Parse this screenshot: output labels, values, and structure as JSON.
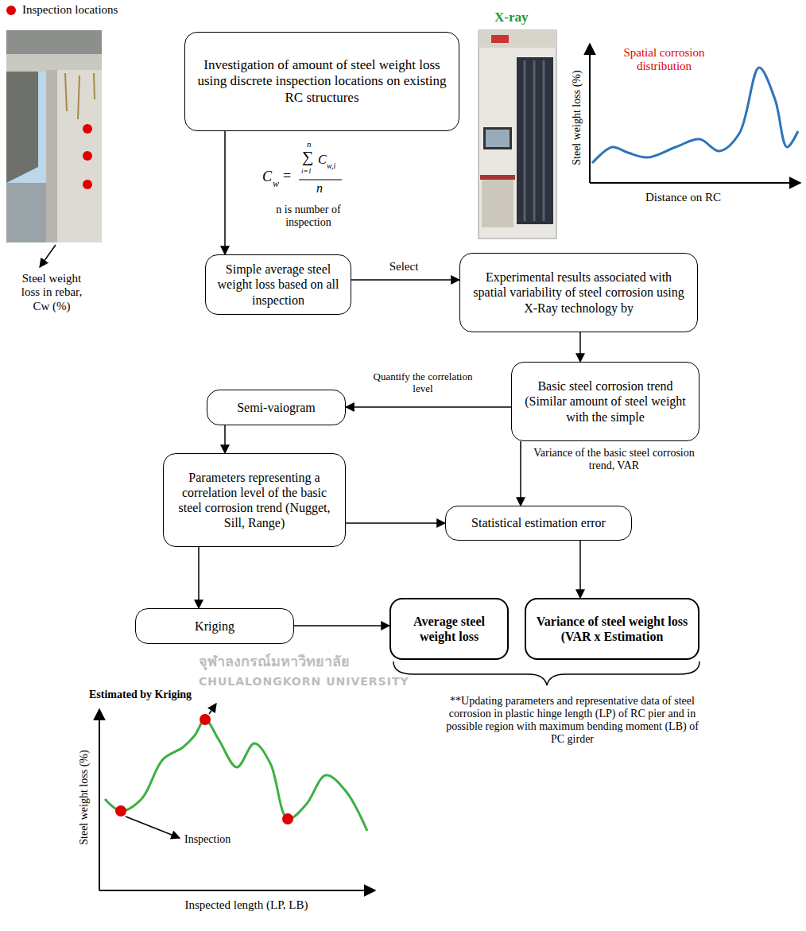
{
  "diagram": {
    "nodes": [
      {
        "text": [
          "Investigation of amount of steel weight loss using discrete inspection locations on existing RC structures"
        ]
      },
      {
        "text": [
          "Simple average steel weight loss based on all inspection"
        ]
      },
      {
        "text": [
          "Experimental results associated with spatial variability of steel corrosion using X-Ray technology by"
        ]
      },
      {
        "text": [
          "Basic steel corrosion trend (Similar amount of steel weight with the simple"
        ]
      },
      {
        "text": [
          "Semi-vaiogram"
        ]
      },
      {
        "text": [
          "Parameters representing a correlation level of the basic steel corrosion trend (Nugget, Sill, Range)"
        ]
      },
      {
        "text": [
          "Statistical estimation error"
        ]
      },
      {
        "text": [
          "Kriging"
        ]
      },
      {
        "text": [
          "Average steel weight loss"
        ]
      },
      {
        "text": [
          "Variance of steel weight loss (VAR x Estimation"
        ]
      }
    ],
    "edges": [
      {
        "from": 0,
        "to": 1,
        "arrow": "to"
      },
      {
        "from": 1,
        "to": 2,
        "label": "Select",
        "arrow": "to"
      },
      {
        "from": 2,
        "to": 3,
        "arrow": "to"
      },
      {
        "from": 3,
        "to": 4,
        "label": "Quantify the correlation level",
        "arrow": "to"
      },
      {
        "from": 4,
        "to": 5,
        "arrow": "to"
      },
      {
        "from": 5,
        "to": 6,
        "arrow": "to"
      },
      {
        "from": 3,
        "to": 6,
        "label": "Variance of the basic steel corrosion trend, VAR",
        "arrow": "to"
      },
      {
        "from": 5,
        "to": 7,
        "arrow": "to"
      },
      {
        "from": 7,
        "to": 8,
        "arrow": "to"
      },
      {
        "from": 6,
        "to": 9,
        "arrow": "to"
      }
    ],
    "labels": [
      "X-ray",
      "Spatial corrosion distribution",
      "Steel weight loss (%)",
      "Distance on RC",
      "C",
      "w",
      "=",
      "n",
      "∑",
      "i=1",
      "C",
      "w,i",
      "n",
      "n is number of inspection",
      "Steel weight loss in rebar, Cw (%)",
      "จุฬาลงกรณ์มหาวิทยาลัย",
      "CHULALONGKORN UNIVERSITY",
      "Estimated by Kriging",
      "Inspection",
      "Steel weight loss (%)",
      "Inspected length (LP, LB)",
      "**Updating parameters and representative data of steel corrosion in plastic hinge length (LP) of RC pier and in possible region with maximum bending moment (LB) of PC girder"
    ],
    "legend": [
      {
        "text": "Inspection locations",
        "color": "#e00000"
      }
    ]
  }
}
